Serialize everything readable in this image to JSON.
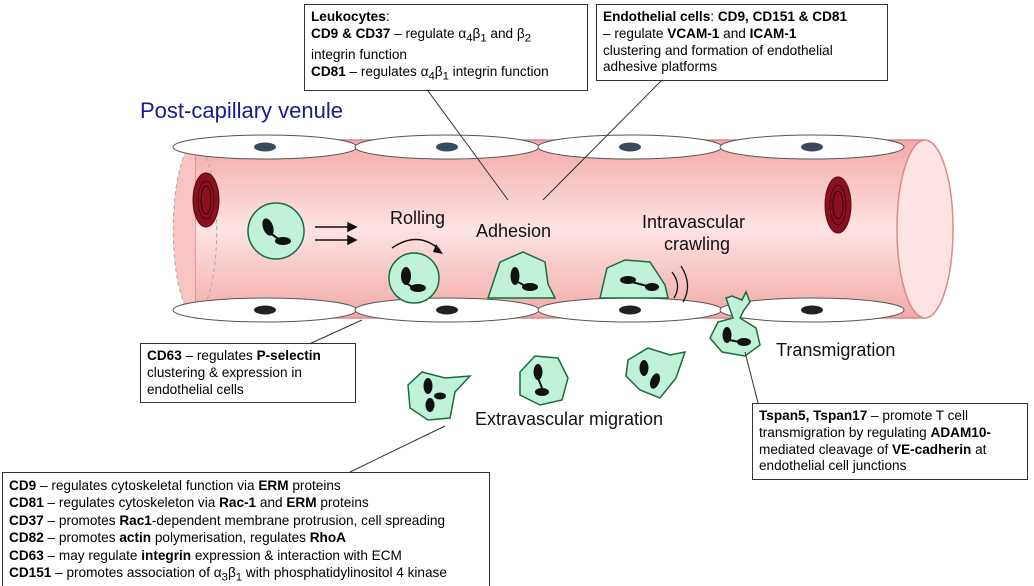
{
  "title": "Post-capillary venule",
  "stages": {
    "rolling": "Rolling",
    "adhesion": "Adhesion",
    "crawling_line1": "Intravascular",
    "crawling_line2": "crawling",
    "transmigration": "Transmigration",
    "extravascular": "Extravascular migration"
  },
  "boxes": {
    "leukocytes": {
      "heading": "Leukocytes",
      "heading_colon": ":",
      "l1_b": "CD9 & CD37",
      "l1_t1": " – regulate α",
      "l1_sub1": "4",
      "l1_t2": "β",
      "l1_sub2": "1",
      "l1_t3": " and β",
      "l1_sub3": "2",
      "l2": "integrin function",
      "l3_b": "CD81",
      "l3_t1": " – regulates α",
      "l3_sub1": "4",
      "l3_t2": "β",
      "l3_sub2": "1",
      "l3_t3": " integrin function"
    },
    "endothelial": {
      "l1_b": "Endothelial cells",
      "l1_t": ": ",
      "l1_b2": "CD9, CD151 & CD81",
      "l2_t1": "– regulate ",
      "l2_b1": "VCAM-1",
      "l2_t2": " and ",
      "l2_b2": "ICAM-1",
      "l3": "clustering and formation of endothelial",
      "l4": "adhesive platforms"
    },
    "cd63": {
      "l1_b": "CD63",
      "l1_t": " – regulates ",
      "l1_b2": "P-selectin",
      "l2": "clustering & expression in",
      "l3": "endothelial cells"
    },
    "tspan": {
      "l1_b": "Tspan5, Tspan17",
      "l1_t": " – promote T cell",
      "l2_t": "transmigration by regulating ",
      "l2_b": "ADAM10-",
      "l3_t": "mediated cleavage of ",
      "l3_b": "VE-cadherin",
      "l3_t2": " at",
      "l4": "endothelial cell junctions"
    },
    "migration": {
      "r1_b": "CD9",
      "r1_t": " – regulates cytoskeletal function via ",
      "r1_b2": "ERM",
      "r1_t2": " proteins",
      "r2_b": "CD81",
      "r2_t": " – regulates cytoskeleton via ",
      "r2_b2": "Rac-1",
      "r2_t2": " and ",
      "r2_b3": "ERM",
      "r2_t3": " proteins",
      "r3_b": "CD37",
      "r3_t": " – promotes ",
      "r3_b2": "Rac1",
      "r3_t2": "-dependent membrane protrusion, cell spreading",
      "r4_b": "CD82",
      "r4_t": " – promotes ",
      "r4_b2": "actin",
      "r4_t2": " polymerisation, regulates ",
      "r4_b3": "RhoA",
      "r5_b": "CD63",
      "r5_t": " – may regulate ",
      "r5_b2": "integrin",
      "r5_t2": " expression & interaction with ECM",
      "r6_b": "CD151",
      "r6_t": " – promotes association of α",
      "r6_sub1": "3",
      "r6_t2": "β",
      "r6_sub2": "1",
      "r6_t3": " with phosphatidylinositol 4 kinase"
    }
  },
  "colors": {
    "vessel": "#f7c3c3",
    "vessel_edge": "#d98a8a",
    "endothelial_cell": "#ffffff",
    "nucleus": "#3a4a5e",
    "leukocyte": "#bff2d8",
    "leukocyte_edge": "#1d6b3f",
    "rbc": "#8a1020",
    "title": "#1a1a8c"
  }
}
